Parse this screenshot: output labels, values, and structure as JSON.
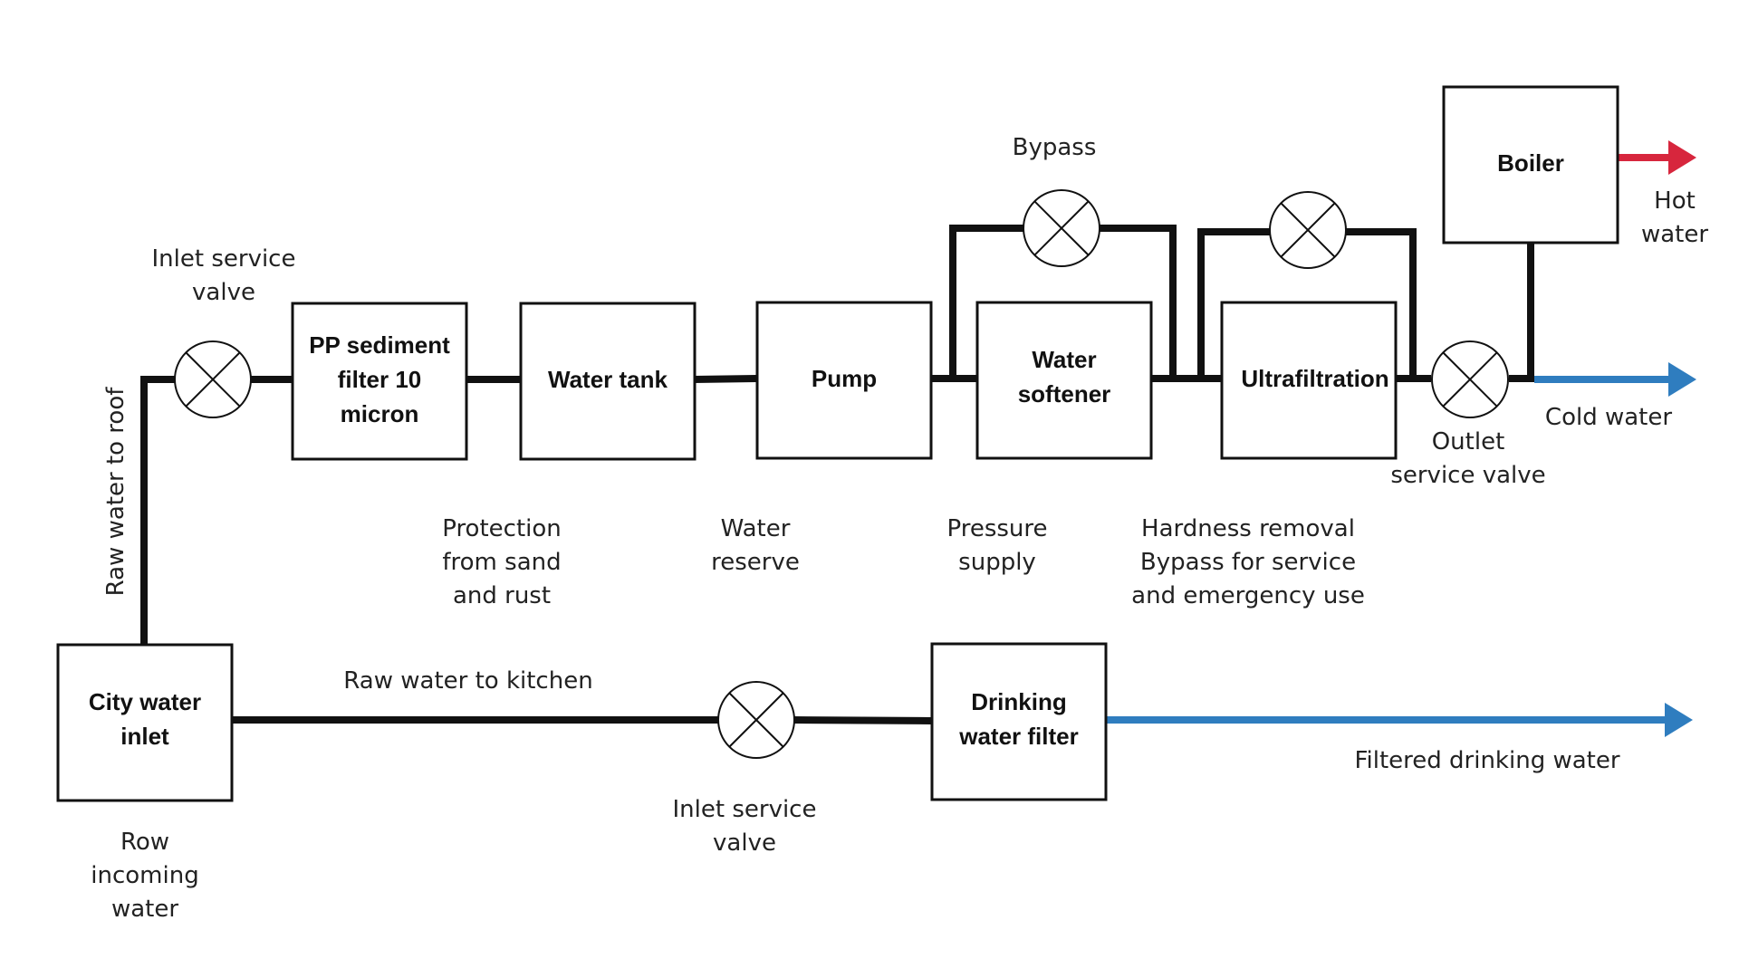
{
  "colors": {
    "line": "#111111",
    "hot": "#d7263d",
    "cold": "#2f7dbf"
  },
  "boxes": {
    "city_inlet": [
      "City water",
      "inlet"
    ],
    "pp_filter": [
      "PP sediment",
      "filter 10",
      "micron"
    ],
    "water_tank": [
      "Water tank"
    ],
    "pump": [
      "Pump"
    ],
    "softener": [
      "Water",
      "softener"
    ],
    "ultrafiltration": [
      "Ultrafiltration"
    ],
    "boiler": [
      "Boiler"
    ],
    "drinking_filter": [
      "Drinking",
      "water filter"
    ]
  },
  "labels": {
    "raw_roof": "Raw water to roof",
    "inlet_valve_top": [
      "Inlet service",
      "valve"
    ],
    "bypass": "Bypass",
    "hot_water": [
      "Hot",
      "water"
    ],
    "cold_water": "Cold water",
    "outlet_valve": [
      "Outlet",
      "service valve"
    ],
    "protection": [
      "Protection",
      "from sand",
      "and rust"
    ],
    "reserve": [
      "Water",
      "reserve"
    ],
    "pressure": [
      "Pressure",
      "supply"
    ],
    "hardness": [
      "Hardness removal",
      "Bypass for service",
      "and emergency use"
    ],
    "raw_kitchen": "Raw water to kitchen",
    "inlet_valve_bottom": [
      "Inlet service",
      "valve"
    ],
    "filtered": "Filtered drinking water",
    "row_incoming": [
      "Row",
      "incoming",
      "water"
    ]
  }
}
